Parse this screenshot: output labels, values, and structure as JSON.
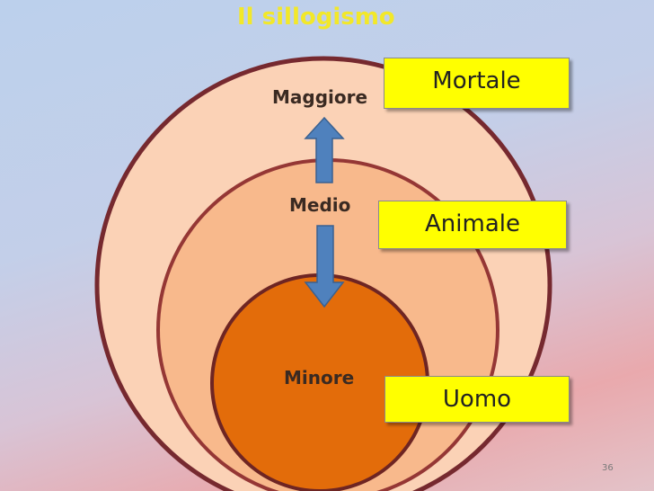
{
  "slide": {
    "title": "Il sillogismo",
    "page_number": "36"
  },
  "terms": {
    "major": "Maggiore",
    "middle": "Medio",
    "minor": "Minore"
  },
  "boxes": {
    "major": "Mortale",
    "middle": "Animale",
    "minor": "Uomo"
  },
  "colors": {
    "title": "#f2e829",
    "outer_circle": "#fbd2b6",
    "middle_circle": "#f8b98c",
    "inner_circle": "#e36c0a",
    "circle_stroke": "#76292f",
    "arrow": "#4f81bd",
    "box_fill": "#ffff00"
  }
}
